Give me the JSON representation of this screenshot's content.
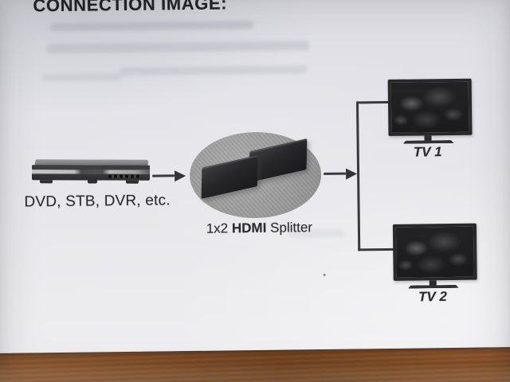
{
  "photo": {
    "heading": "CONNECTION IMAGE:",
    "diagram": {
      "source": {
        "label": "DVD, STB, DVR, etc."
      },
      "splitter": {
        "label_prefix": "1x2 ",
        "label_bold": "HDMI",
        "label_suffix": " Splitter"
      },
      "tv1": {
        "label": "TV 1"
      },
      "tv2": {
        "label": "TV 2"
      }
    },
    "colors": {
      "paper": "#e6e6ea",
      "ink": "#28282c",
      "line": "#3a3a3c",
      "splitter_pad": "#9d9d9d",
      "device_dark": "#242426",
      "wood": "#8a5128"
    }
  }
}
